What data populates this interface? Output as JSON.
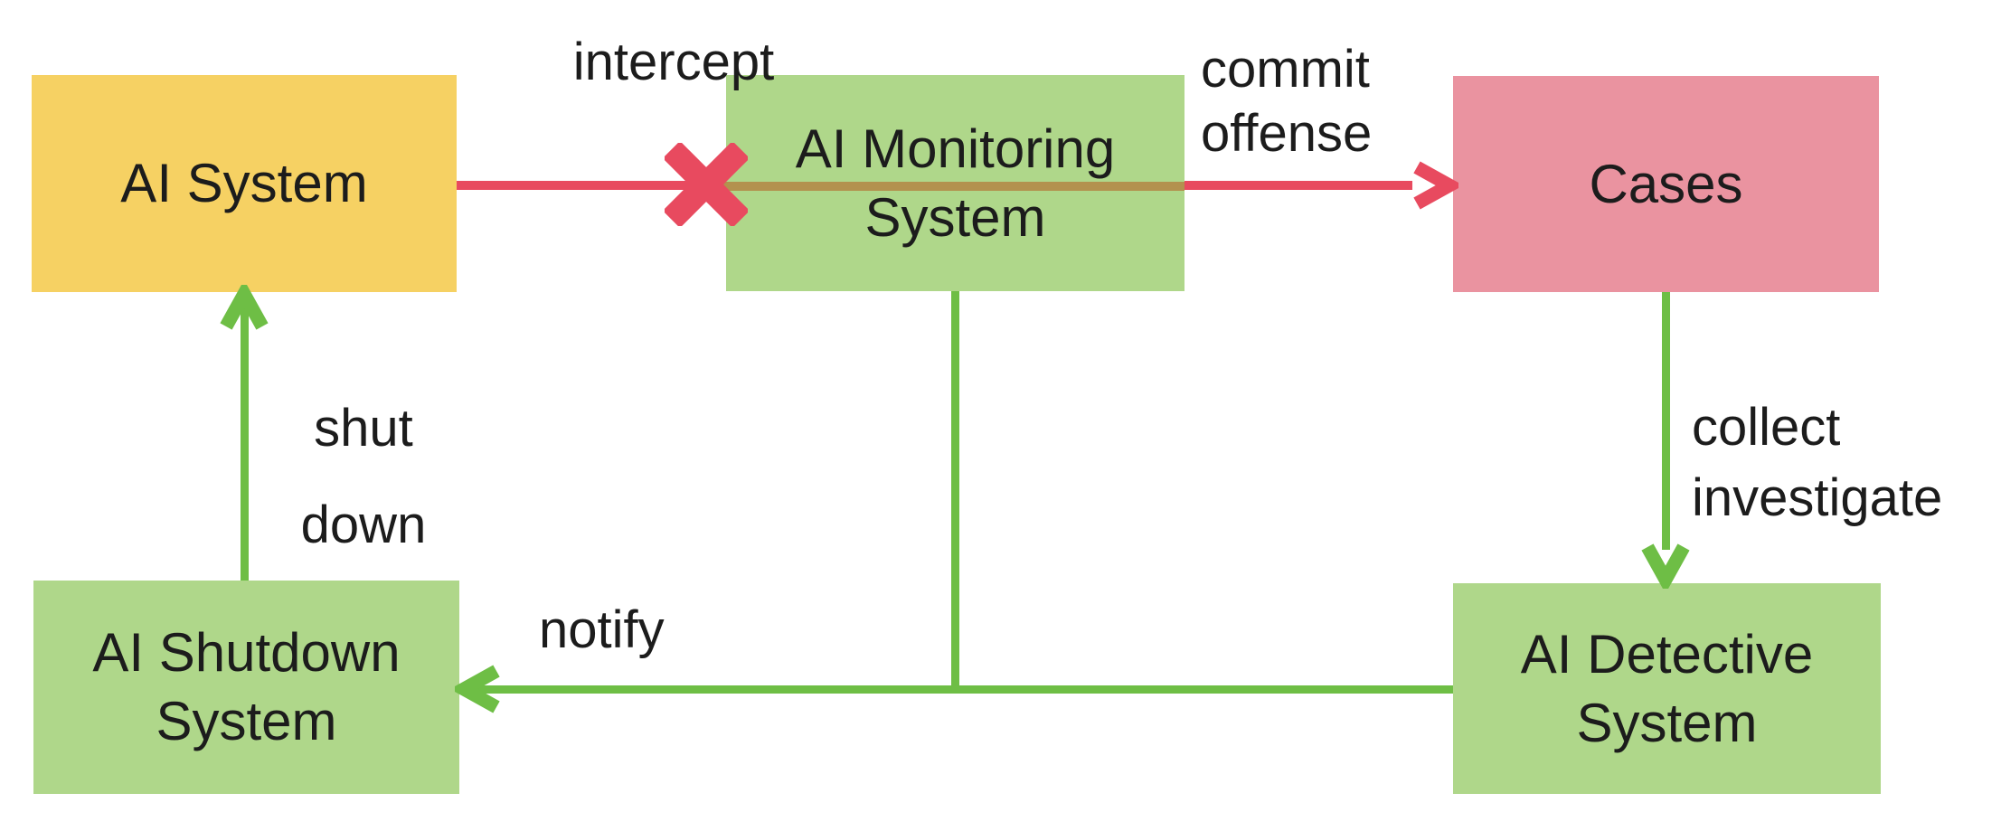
{
  "canvas": {
    "background": "#FFFFFF"
  },
  "colors": {
    "node_yellow": "#F6D163",
    "node_green": "#AFD78A",
    "node_pink": "#EA93A0",
    "arrow_red": "#E84A5F",
    "arrow_green": "#6EBE45",
    "overlap_brown": "#B3914E",
    "text": "#1C1C1C"
  },
  "nodes": {
    "ai_system": {
      "label": "AI System"
    },
    "ai_monitoring": {
      "label": "AI Monitoring\nSystem"
    },
    "cases": {
      "label": "Cases"
    },
    "ai_shutdown": {
      "label": "AI Shutdown\nSystem"
    },
    "ai_detective": {
      "label": "AI Detective\nSystem"
    }
  },
  "edge_labels": {
    "intercept": "intercept",
    "commit_offense": "commit\noffense",
    "collect_investigate": "collect\ninvestigate",
    "notify": "notify",
    "shut_down": "shut\ndown"
  }
}
